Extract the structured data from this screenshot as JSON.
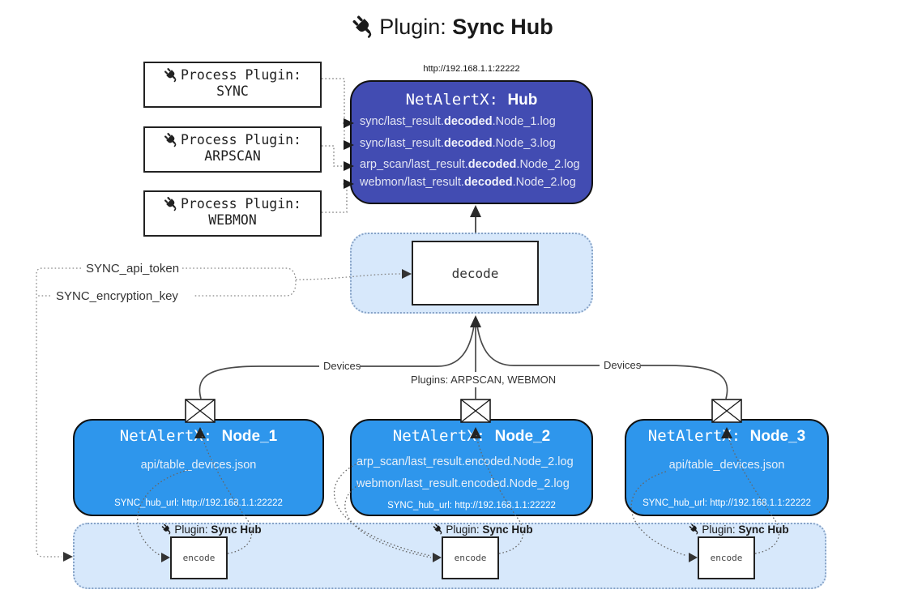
{
  "title": {
    "prefix": "Plugin:",
    "name": "Sync Hub"
  },
  "process_plugins": [
    {
      "label": "Process Plugin:",
      "name": "SYNC"
    },
    {
      "label": "Process Plugin:",
      "name": "ARPSCAN"
    },
    {
      "label": "Process Plugin:",
      "name": "WEBMON"
    }
  ],
  "hub": {
    "url": "http://192.168.1.1:22222",
    "title_prefix": "NetAlertX: ",
    "title_name": "Hub",
    "logs": [
      {
        "pre": "sync/last_result.",
        "bold": "decoded",
        "post": ".Node_1.log"
      },
      {
        "pre": "sync/last_result.",
        "bold": "decoded",
        "post": ".Node_3.log"
      },
      {
        "pre": "arp_scan/last_result.",
        "bold": "decoded",
        "post": ".Node_2.log"
      },
      {
        "pre": "webmon/last_result.",
        "bold": "decoded",
        "post": ".Node_2.log"
      }
    ]
  },
  "decode_label": "decode",
  "tokens": {
    "api_token": "SYNC_api_token",
    "encryption_key": "SYNC_encryption_key"
  },
  "edge_labels": {
    "devices_left": "Devices",
    "plugins_mid": "Plugins: ARPSCAN, WEBMON",
    "devices_right": "Devices"
  },
  "nodes": [
    {
      "title_prefix": "NetAlertX: ",
      "title_name": "Node_1",
      "files": [
        "api/table_devices.json"
      ],
      "hub_url": "SYNC_hub_url: http://192.168.1.1:22222"
    },
    {
      "title_prefix": "NetAlertX: ",
      "title_name": "Node_2",
      "files": [
        "arp_scan/last_result.encoded.Node_2.log",
        "webmon/last_result.encoded.Node_2.log"
      ],
      "hub_url": "SYNC_hub_url: http://192.168.1.1:22222"
    },
    {
      "title_prefix": "NetAlertX: ",
      "title_name": "Node_3",
      "files": [
        "api/table_devices.json"
      ],
      "hub_url": "SYNC_hub_url: http://192.168.1.1:22222"
    }
  ],
  "encoders": [
    {
      "plugin_prefix": "Plugin:",
      "plugin_name": "Sync Hub",
      "box_label": "encode"
    },
    {
      "plugin_prefix": "Plugin:",
      "plugin_name": "Sync Hub",
      "box_label": "encode"
    },
    {
      "plugin_prefix": "Plugin:",
      "plugin_name": "Sync Hub",
      "box_label": "encode"
    }
  ],
  "colors": {
    "hub_fill": "#424CB2",
    "node_fill": "#2E96EC",
    "panel_fill": "#D7E8FB",
    "panel_border": "#87A3C7"
  }
}
